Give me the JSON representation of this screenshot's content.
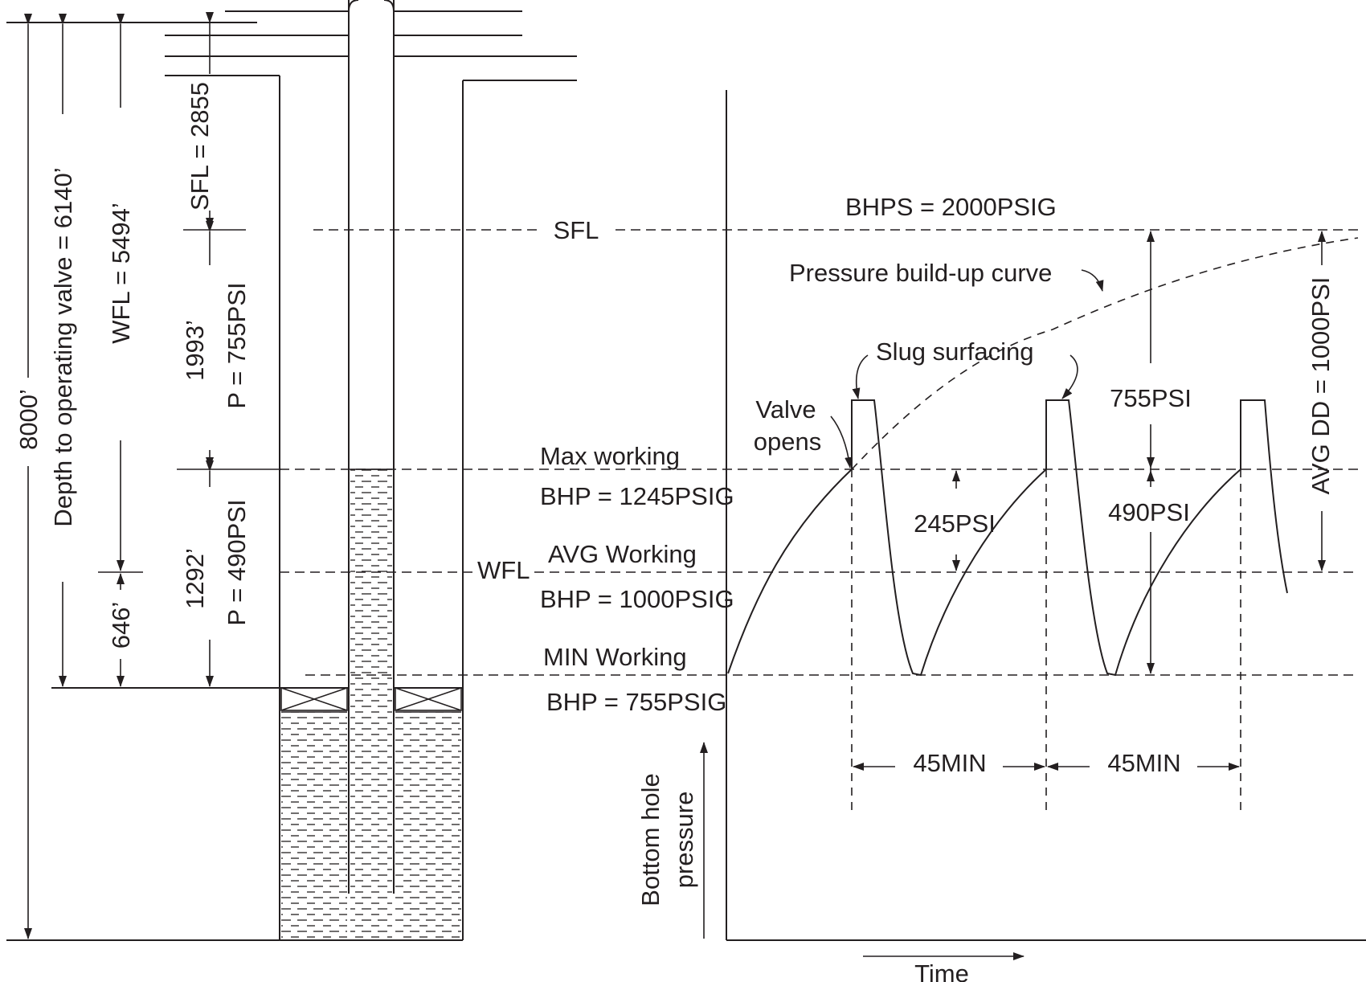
{
  "well": {
    "total_depth": "8000’",
    "depth_to_valve": "Depth to operating valve = 6140’",
    "wfl_depth": "WFL = 5494’",
    "valve_below_wfl": "646’",
    "sfl_depth": "SFL = 2855",
    "col_upper_height": "1993’",
    "col_upper_pressure": "P = 755PSI",
    "col_lower_height": "1292’",
    "col_lower_pressure": "P = 490PSI"
  },
  "levels": {
    "sfl": "SFL",
    "wfl": "WFL",
    "bhps": "BHPS = 2000PSIG",
    "max_working_1": "Max working",
    "max_working_2": "BHP = 1245PSIG",
    "avg_working_1": "AVG Working",
    "avg_working_2": "BHP = 1000PSIG",
    "min_working_1": "MIN Working",
    "min_working_2": "BHP = 755PSIG"
  },
  "annotations": {
    "buildup_curve": "Pressure build-up curve",
    "slug_surfacing": "Slug surfacing",
    "valve_opens_1": "Valve",
    "valve_opens_2": "opens",
    "psi_755": "755PSI",
    "psi_245": "245PSI",
    "psi_490": "490PSI",
    "avg_dd": "AVG  DD = 1000PSI",
    "cycle_1": "45MIN",
    "cycle_2": "45MIN"
  },
  "axes": {
    "y_label_1": "Bottom hole",
    "y_label_2": "pressure",
    "x_label": "Time"
  }
}
